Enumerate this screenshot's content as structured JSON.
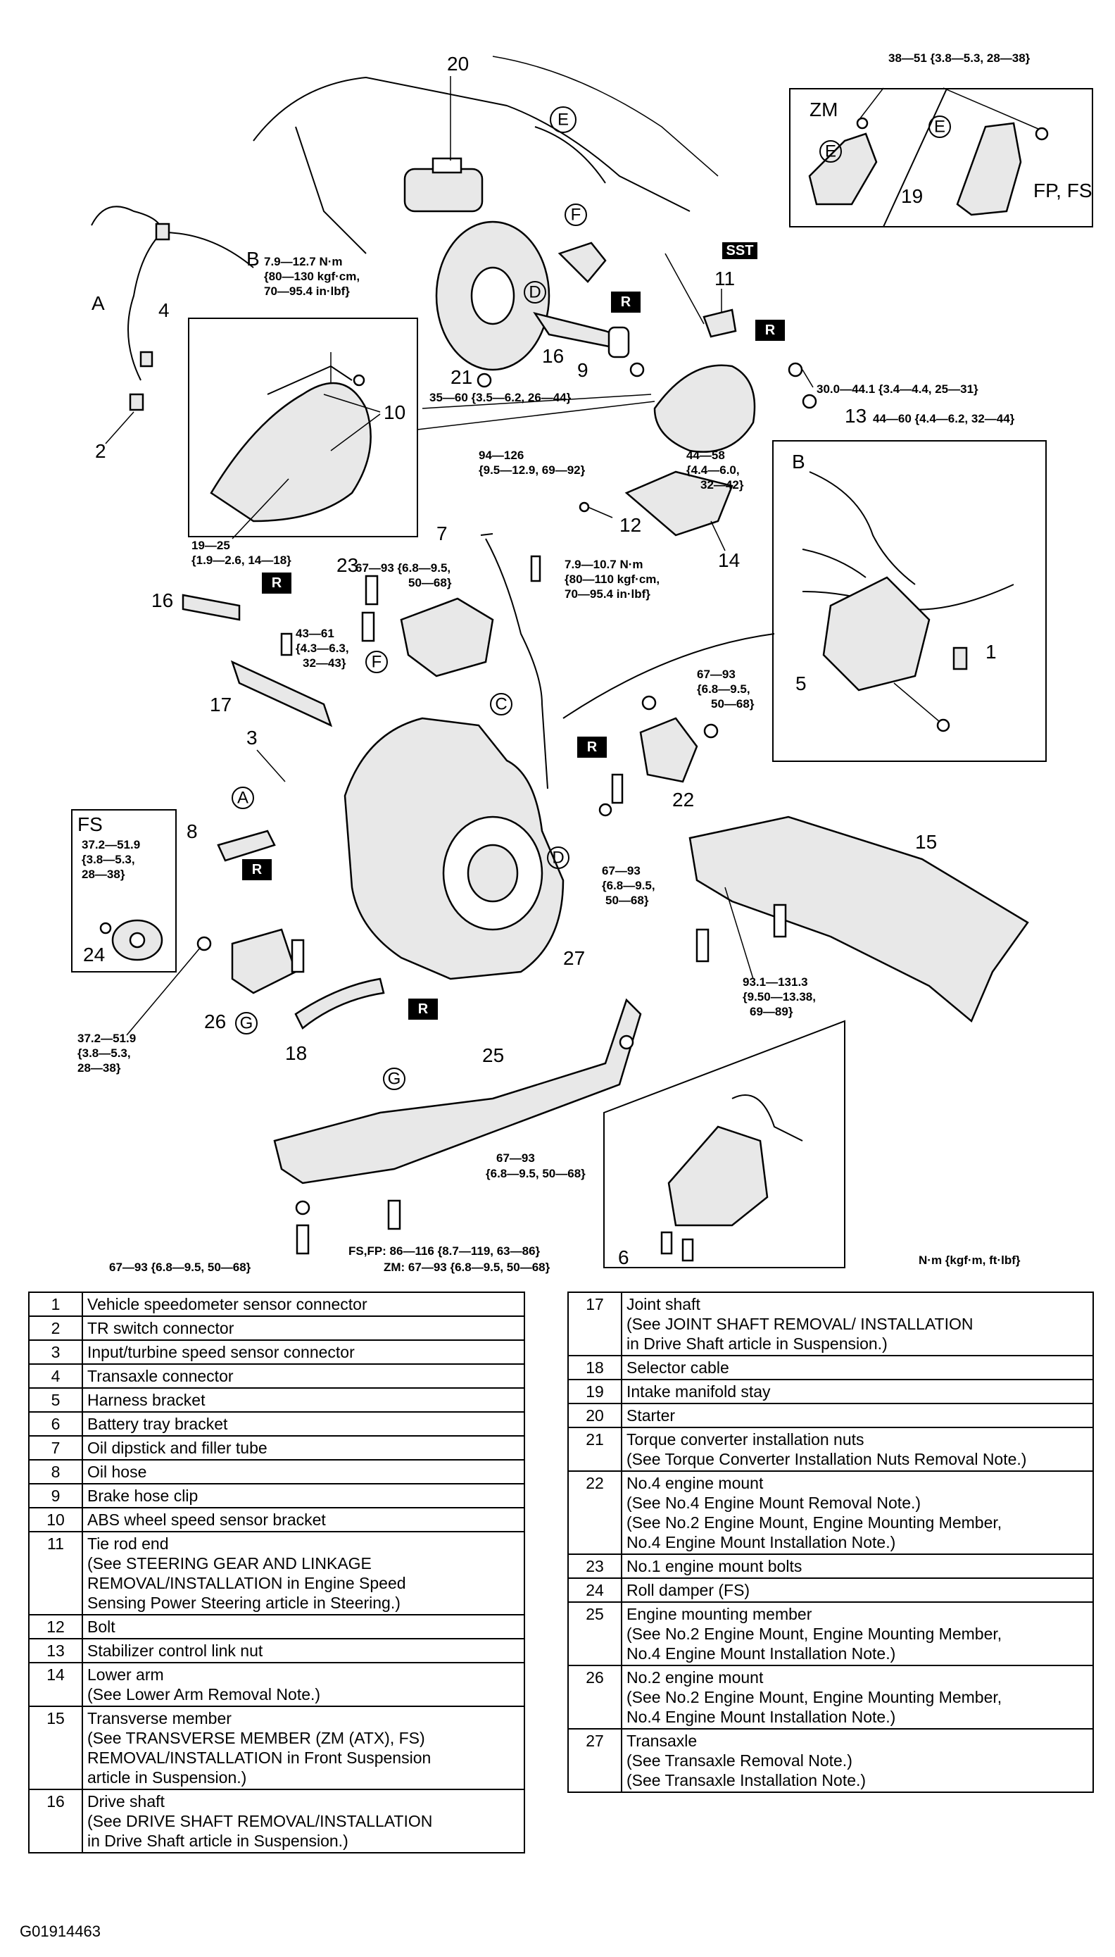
{
  "figure_code": "G01914463",
  "unit_note": "N·m {kgf·m, ft·lbf}",
  "inset_labels": {
    "zm": "ZM",
    "fp_fs": "FP, FS",
    "fs": "FS",
    "sst": "SST",
    "r": "R"
  },
  "callouts": [
    "1",
    "2",
    "3",
    "4",
    "5",
    "6",
    "7",
    "8",
    "9",
    "10",
    "11",
    "12",
    "13",
    "14",
    "15",
    "16",
    "17",
    "18",
    "19",
    "20",
    "21",
    "22",
    "23",
    "24",
    "25",
    "26",
    "27"
  ],
  "letters": [
    "A",
    "B",
    "C",
    "D",
    "E",
    "F",
    "G"
  ],
  "torque_specs": {
    "t19_top": "38—51 {3.8—5.3, 28—38}",
    "tB_1": "7.9—12.7 N·m",
    "tB_2": "{80—130 kgf·cm,",
    "tB_3": "70—95.4 in·lbf}",
    "t21": "35—60 {3.5—6.2, 26—44}",
    "t13a": "30.0—44.1 {3.4—4.4, 25—31}",
    "t13b": "44—60 {4.4—6.2, 32—44}",
    "t12_1": "94—126",
    "t12_2": "{9.5—12.9, 69—92}",
    "t14_1": "44—58",
    "t14_2": "{4.4—6.0,",
    "t14_3": "32—42}",
    "t10_1": "19—25",
    "t10_2": "{1.9—2.6, 14—18}",
    "t23_1": "67—93 {6.8—9.5,",
    "t23_2": "50—68}",
    "t7_1": "7.9—10.7 N·m",
    "t7_2": "{80—110 kgf·cm,",
    "t7_3": "70—95.4 in·lbf}",
    "t17_1": "43—61",
    "t17_2": "{4.3—6.3,",
    "t17_3": "32—43}",
    "t22_1": "67—93",
    "t22_2": "{6.8—9.5,",
    "t22_3": "50—68}",
    "tFS_1": "37.2—51.9",
    "tFS_2": "{3.8—5.3,",
    "tFS_3": "28—38}",
    "tmid_1": "67—93",
    "tmid_2": "{6.8—9.5,",
    "tmid_3": "50—68}",
    "t15_1": "93.1—131.3",
    "t15_2": "{9.50—13.38,",
    "t15_3": "69—89}",
    "t26_1": "37.2—51.9",
    "t26_2": "{3.8—5.3,",
    "t26_3": "28—38}",
    "t25_1": "67—93",
    "t25_2": "{6.8—9.5, 50—68}",
    "tbottom_left": "67—93 {6.8—9.5, 50—68}",
    "tbottom_fs": "FS,FP: 86—116 {8.7—119, 63—86}",
    "tbottom_zm": "ZM: 67—93 {6.8—9.5, 50—68}"
  },
  "legend_left": [
    {
      "num": "1",
      "desc": "Vehicle speedometer sensor connector"
    },
    {
      "num": "2",
      "desc": "TR switch connector"
    },
    {
      "num": "3",
      "desc": "Input/turbine speed sensor connector"
    },
    {
      "num": "4",
      "desc": "Transaxle connector"
    },
    {
      "num": "5",
      "desc": "Harness bracket"
    },
    {
      "num": "6",
      "desc": "Battery tray bracket"
    },
    {
      "num": "7",
      "desc": "Oil dipstick and filler tube"
    },
    {
      "num": "8",
      "desc": "Oil hose"
    },
    {
      "num": "9",
      "desc": "Brake hose clip"
    },
    {
      "num": "10",
      "desc": "ABS wheel speed sensor bracket"
    },
    {
      "num": "11",
      "desc": "Tie rod end\n(See STEERING GEAR AND LINKAGE\nREMOVAL/INSTALLATION  in Engine Speed\nSensing Power Steering article in Steering.)"
    },
    {
      "num": "12",
      "desc": "Bolt"
    },
    {
      "num": "13",
      "desc": "Stabilizer control link nut"
    },
    {
      "num": "14",
      "desc": "Lower arm\n(See Lower Arm Removal Note.)"
    },
    {
      "num": "15",
      "desc": "Transverse member\n(See TRANSVERSE MEMBER (ZM (ATX), FS)\nREMOVAL/INSTALLATION in Front Suspension\narticle in Suspension.)"
    },
    {
      "num": "16",
      "desc": "Drive shaft\n(See DRIVE SHAFT REMOVAL/INSTALLATION\nin Drive Shaft article in Suspension.)"
    }
  ],
  "legend_right": [
    {
      "num": "17",
      "desc": "Joint shaft\n(See JOINT SHAFT REMOVAL/ INSTALLATION\nin Drive Shaft article in Suspension.)"
    },
    {
      "num": "18",
      "desc": "Selector cable"
    },
    {
      "num": "19",
      "desc": "Intake manifold stay"
    },
    {
      "num": "20",
      "desc": "Starter"
    },
    {
      "num": "21",
      "desc": "Torque converter installation nuts\n(See Torque Converter Installation Nuts Removal Note.)"
    },
    {
      "num": "22",
      "desc": "No.4 engine mount\n(See No.4 Engine Mount Removal Note.)\n(See No.2 Engine Mount, Engine Mounting Member,\nNo.4 Engine Mount Installation Note.)"
    },
    {
      "num": "23",
      "desc": "No.1 engine mount bolts"
    },
    {
      "num": "24",
      "desc": "Roll damper (FS)"
    },
    {
      "num": "25",
      "desc": "Engine mounting member\n(See No.2 Engine Mount, Engine Mounting Member,\nNo.4 Engine Mount Installation Note.)"
    },
    {
      "num": "26",
      "desc": "No.2 engine mount\n(See No.2 Engine Mount, Engine Mounting Member,\nNo.4 Engine Mount Installation  Note.)"
    },
    {
      "num": "27",
      "desc": "Transaxle\n(See Transaxle Removal Note.)\n(See Transaxle Installation Note.)"
    }
  ]
}
